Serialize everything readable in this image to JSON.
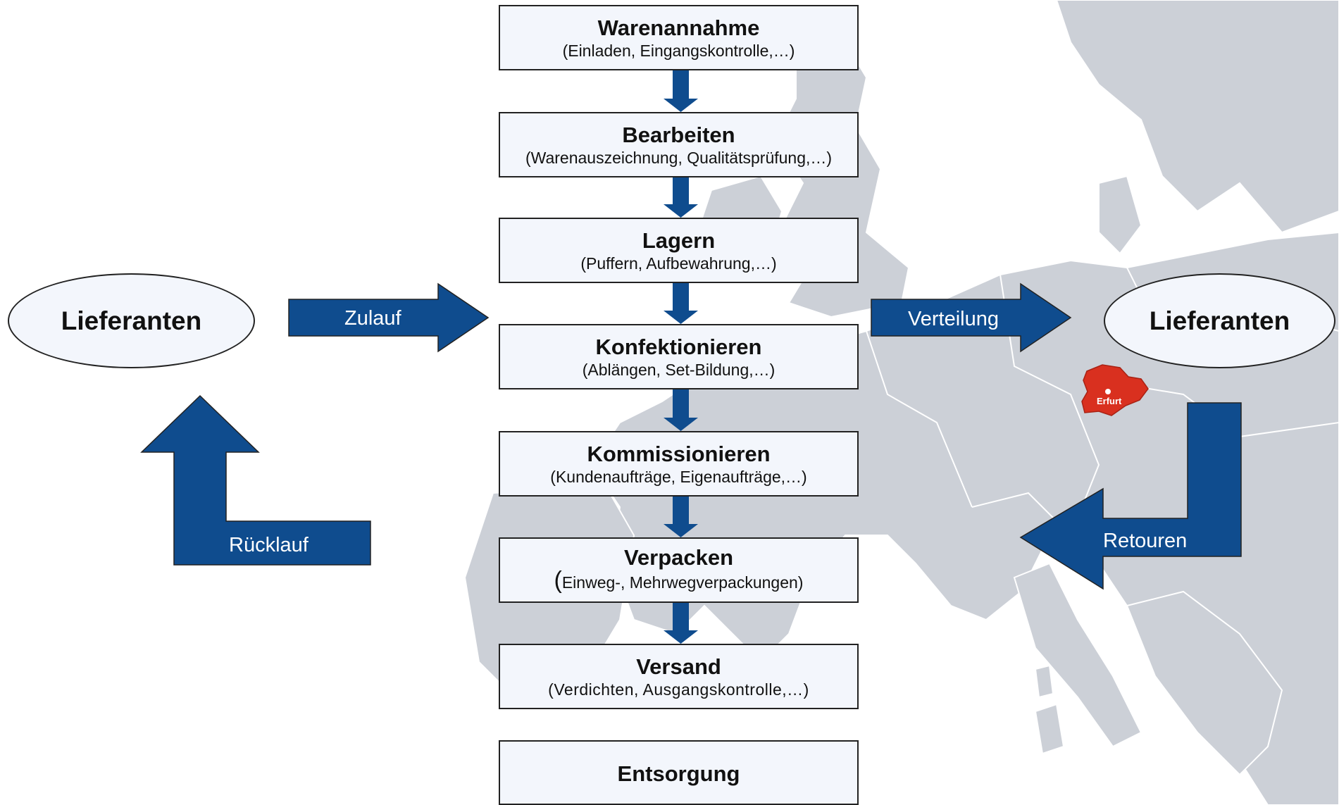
{
  "process_steps": [
    {
      "title": "Warenannahme",
      "subtitle": "(Einladen, Eingangskontrolle,…)"
    },
    {
      "title": "Bearbeiten",
      "subtitle": "(Warenauszeichnung, Qualitätsprüfung,…)"
    },
    {
      "title": "Lagern",
      "subtitle": "(Puffern, Aufbewahrung,…)"
    },
    {
      "title": "Konfektionieren",
      "subtitle": "(Ablängen, Set-Bildung,…)"
    },
    {
      "title": "Kommissionieren",
      "subtitle": "(Kundenaufträge, Eigenaufträge,…)"
    },
    {
      "title": "Verpacken",
      "subtitle_paren": "(",
      "subtitle": "Einweg-, Mehrwegverpackungen)"
    },
    {
      "title": "Versand",
      "subtitle": "(Verdichten, Ausgangskontrolle,…)"
    },
    {
      "title": "Entsorgung"
    }
  ],
  "left_supplier": {
    "label": "Lieferanten"
  },
  "right_supplier": {
    "label": "Lieferanten"
  },
  "flows": {
    "inflow": "Zulauf",
    "return_left": "Rücklauf",
    "distribution": "Verteilung",
    "returns_right": "Retouren"
  },
  "map": {
    "city": "Erfurt",
    "highlight_color": "#d9301f"
  },
  "colors": {
    "arrow": "#0f4c8e",
    "box_fill": "#f3f6fc",
    "map_land": "#c9cdd4"
  }
}
